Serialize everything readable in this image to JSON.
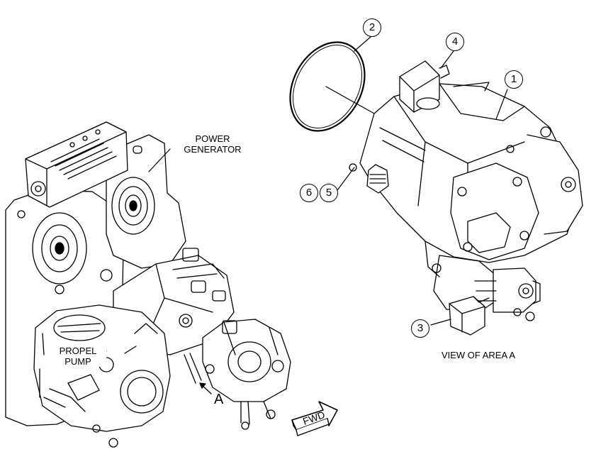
{
  "labels": {
    "power_generator": "POWER\nGENERATOR",
    "propel_pump": "PROPEL\nPUMP",
    "area_marker": "A",
    "view_caption": "VIEW OF AREA A",
    "fwd_arrow": "FWD"
  },
  "callouts": [
    "1",
    "2",
    "3",
    "4",
    "5",
    "6"
  ],
  "colors": {
    "line": "#000000",
    "background": "#ffffff"
  }
}
